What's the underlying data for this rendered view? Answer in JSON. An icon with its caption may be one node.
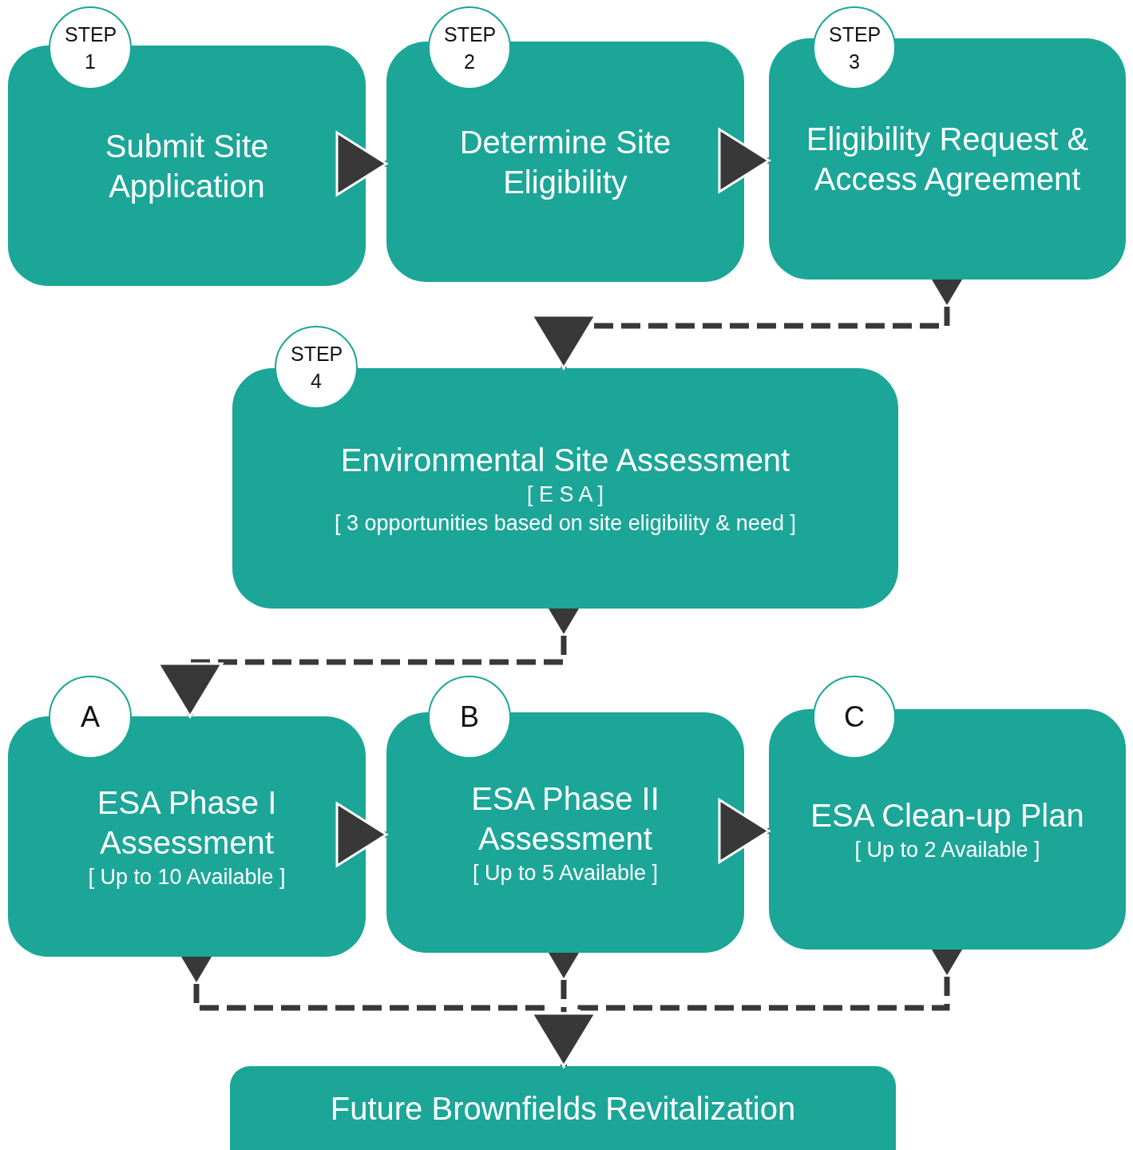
{
  "diagram": {
    "nodes": [
      {
        "text": [
          "STEP 1"
        ]
      },
      {
        "text": [
          "Submit Site Application"
        ]
      },
      {
        "text": [
          "STEP 2"
        ]
      },
      {
        "text": [
          "Determine Site Eligibility"
        ]
      },
      {
        "text": [
          "STEP 3"
        ]
      },
      {
        "text": [
          "Eligibility Request & Access Agreement"
        ]
      },
      {
        "text": [
          "STEP 4"
        ]
      },
      {
        "text": [
          "Environmental Site Assessment",
          "[ E S A ]",
          "[ 3 opportunities based on site eligibility & need ]"
        ]
      },
      {
        "text": [
          "A"
        ]
      },
      {
        "text": [
          "ESA Phase I Assessment",
          "[ Up to 10 Available ]"
        ]
      },
      {
        "text": [
          "B"
        ]
      },
      {
        "text": [
          "ESA Phase II Assessment",
          "[ Up to 5 Available ]"
        ]
      },
      {
        "text": [
          "C"
        ]
      },
      {
        "text": [
          "ESA Clean-up Plan",
          "[ Up to 2 Available ]"
        ]
      },
      {
        "text": [
          "Future Brownfields Revitalization"
        ]
      }
    ],
    "edges": [
      {
        "from": 1,
        "to": 3,
        "arrow": "to"
      },
      {
        "from": 3,
        "to": 5,
        "arrow": "to"
      },
      {
        "from": 5,
        "to": 7,
        "arrow": "to",
        "style": "dashed"
      },
      {
        "from": 7,
        "to": 9,
        "arrow": "to",
        "style": "dashed"
      },
      {
        "from": 9,
        "to": 11,
        "arrow": "to"
      },
      {
        "from": 11,
        "to": 13,
        "arrow": "to"
      },
      {
        "from": 9,
        "to": 14,
        "arrow": "to",
        "style": "dashed"
      },
      {
        "from": 11,
        "to": 14,
        "arrow": "to",
        "style": "dashed"
      },
      {
        "from": 13,
        "to": 14,
        "arrow": "to",
        "style": "dashed"
      }
    ]
  }
}
